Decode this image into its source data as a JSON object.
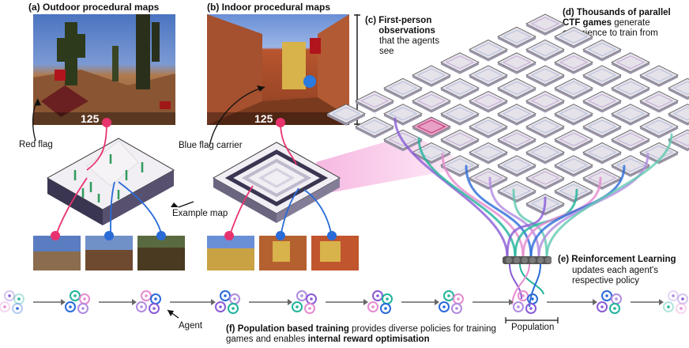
{
  "panels": {
    "a": {
      "title": "(a) Outdoor procedural maps"
    },
    "b": {
      "title": "(b) Indoor procedural maps"
    },
    "c": {
      "tag": "(c)",
      "bold": "First-person observations",
      "rest": "that the agents see"
    },
    "d": {
      "tag": "(d)",
      "bold": "Thousands of parallel CTF games",
      "rest": "generate experience to train from"
    },
    "e": {
      "tag": "(e)",
      "bold": "Reinforcement Learning",
      "rest": "updates each agent's respective policy"
    },
    "f": {
      "tag": "(f)",
      "bold1": "Population based training",
      "mid": "provides diverse policies for training games and enables",
      "bold2": "internal reward optimisation"
    }
  },
  "labels": {
    "red_flag": "Red flag",
    "blue_flag_carrier": "Blue flag carrier",
    "example_map": "Example map",
    "agent": "Agent",
    "population": "Population"
  },
  "hud": {
    "outdoor_score": "125",
    "indoor_score": "125"
  },
  "colors": {
    "red_agent": "#e8336e",
    "blue_agent": "#2a6bd8",
    "teal": "#21b39a",
    "purple": "#8a5bd6",
    "pink": "#e58bd0",
    "tile": "#d9d6de"
  }
}
